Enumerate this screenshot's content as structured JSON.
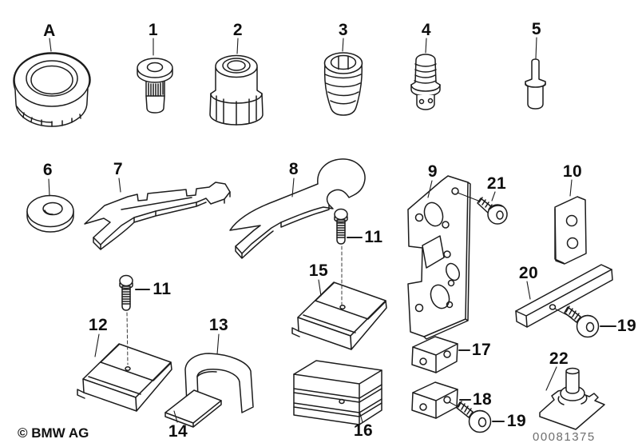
{
  "figure": {
    "background_color": "#ffffff",
    "line_color": "#1c1c1c",
    "label_color": "#0e0e0e",
    "number_color": "#6e6e6e"
  },
  "callouts": {
    "A": "A",
    "1": "1",
    "2": "2",
    "3": "3",
    "4": "4",
    "5": "5",
    "6": "6",
    "7": "7",
    "8": "8",
    "9": "9",
    "10": "10",
    "11": "11",
    "12": "12",
    "13": "13",
    "14": "14",
    "15": "15",
    "16": "16",
    "17": "17",
    "18": "18",
    "19": "19",
    "20": "20",
    "21": "21",
    "22": "22"
  },
  "footer": {
    "copyright": "© BMW AG",
    "image_number": "00081375"
  }
}
